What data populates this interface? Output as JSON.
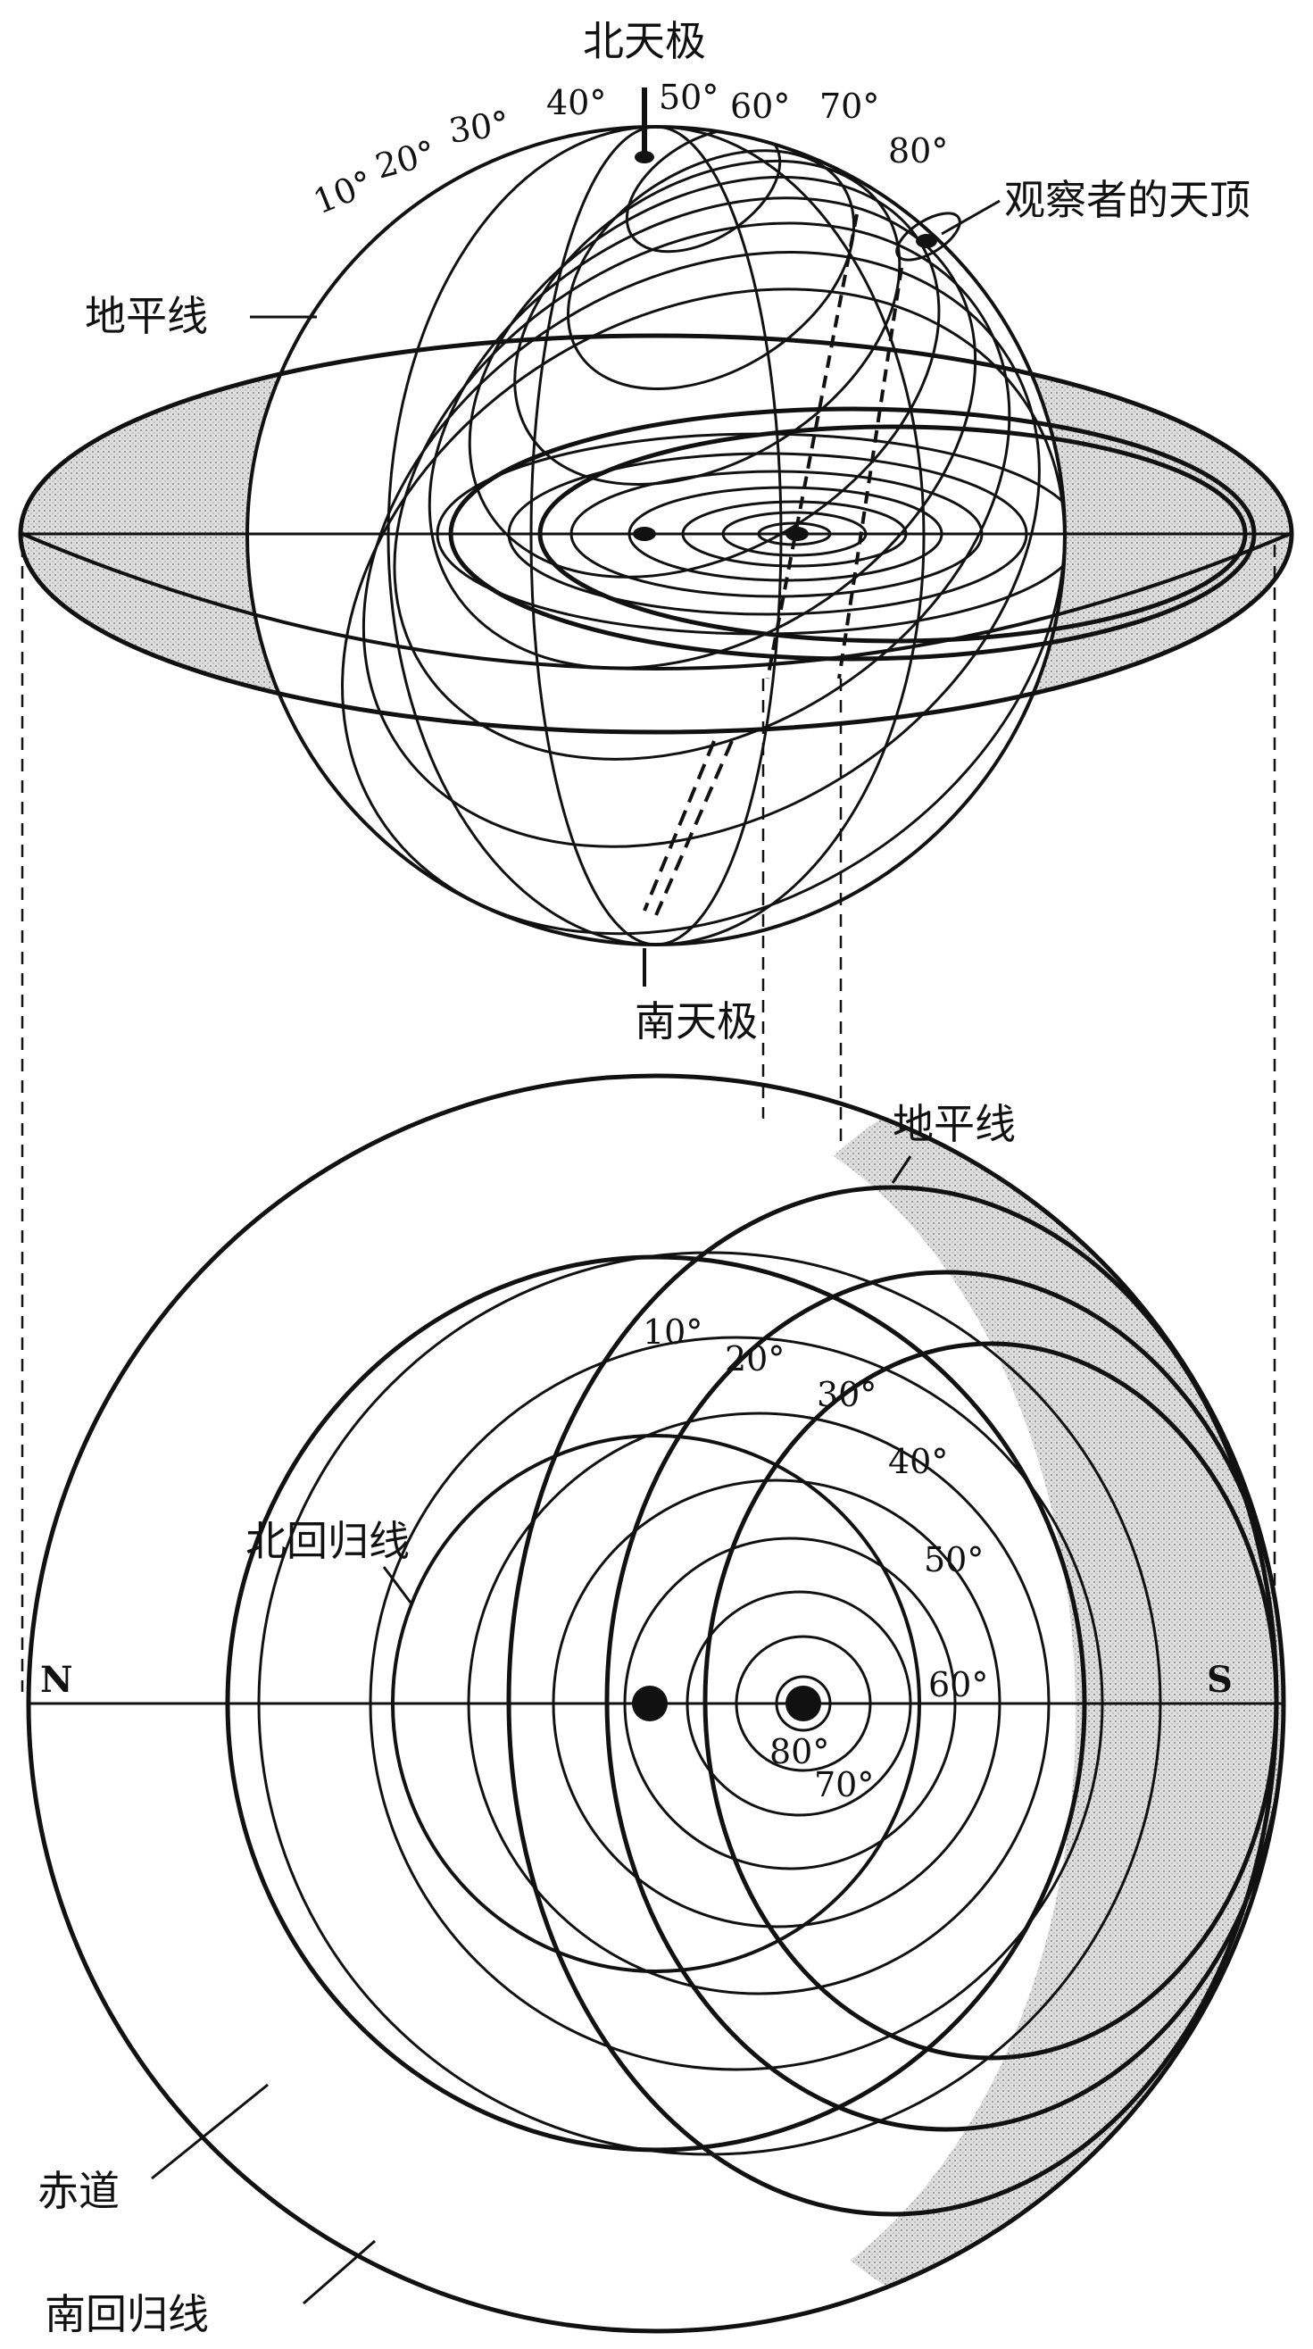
{
  "top_figure": {
    "north_pole_label": "北天极",
    "south_pole_label": "南天极",
    "zenith_label": "观察者的天顶",
    "horizon_label": "地平线",
    "altitude_labels": [
      "10°",
      "20°",
      "30°",
      "40°",
      "50°",
      "60°",
      "70°",
      "80°"
    ]
  },
  "bottom_figure": {
    "horizon_label": "地平线",
    "tropic_cancer_label": "北回归线",
    "equator_label": "赤道",
    "tropic_capricorn_label": "南回归线",
    "north_label": "N",
    "south_label": "S",
    "altitude_labels": [
      "10°",
      "20°",
      "30°",
      "40°",
      "50°",
      "60°",
      "70°",
      "80°"
    ]
  },
  "colors": {
    "ink": "#111111",
    "shade": "#c8c8c8",
    "paper": "#ffffff"
  }
}
